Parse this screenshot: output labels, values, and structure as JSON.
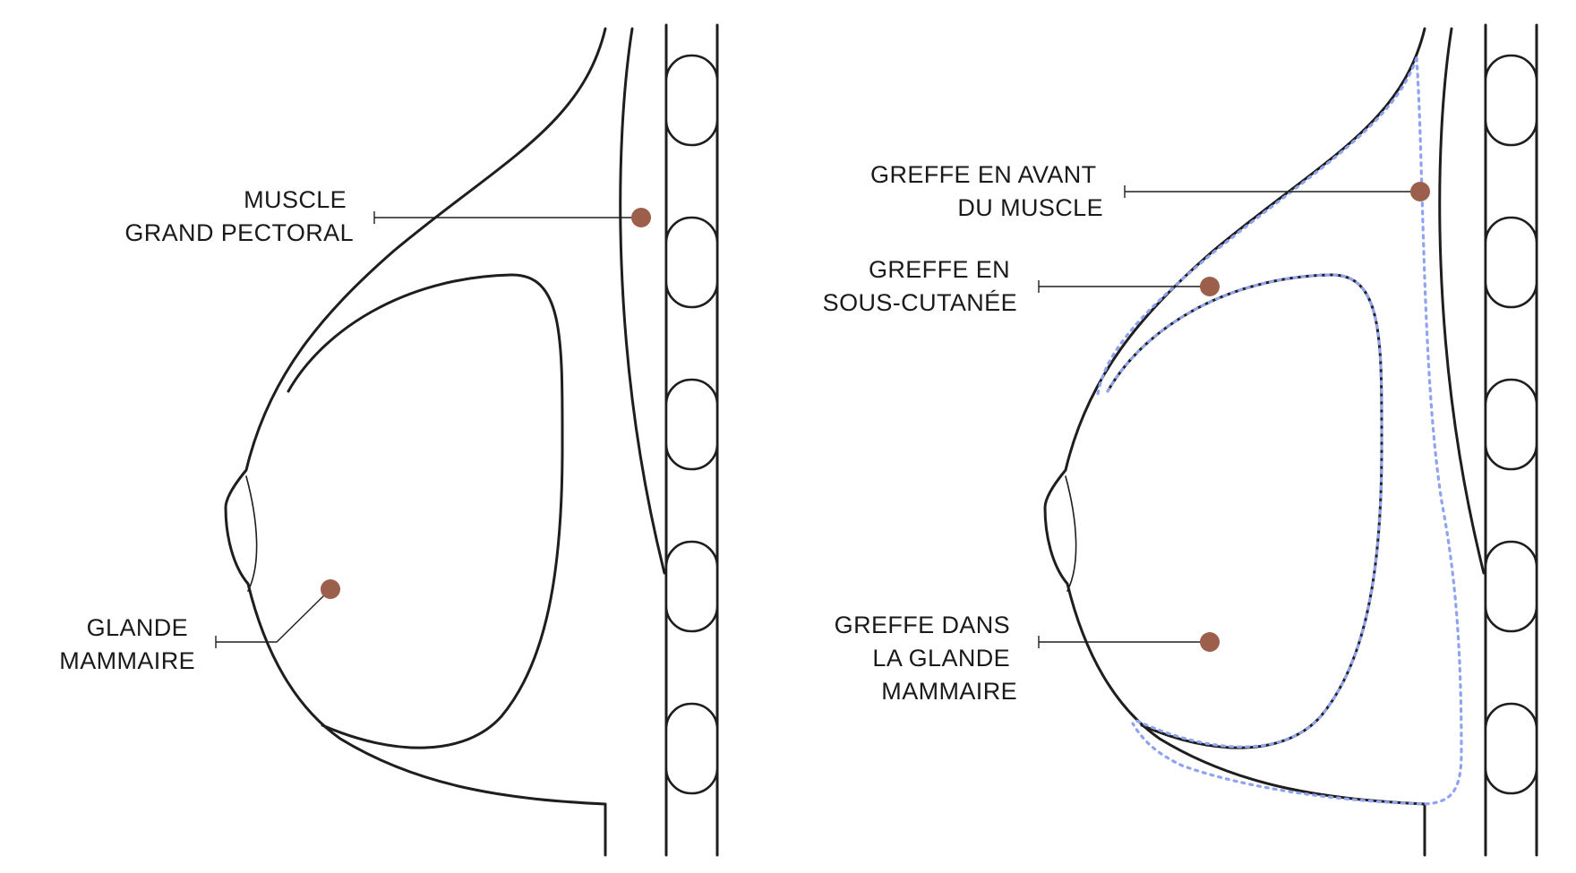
{
  "colors": {
    "ink": "#1e1e1e",
    "marker": "#9c5f4b",
    "graft_path": "#8fa3f0"
  },
  "left_figure": {
    "labels": {
      "muscle": [
        "MUSCLE",
        "GRAND PECTORAL"
      ],
      "gland": [
        "GLANDE",
        "MAMMAIRE"
      ]
    }
  },
  "right_figure": {
    "labels": {
      "graft_front_muscle": [
        "GREFFE EN AVANT",
        "DU MUSCLE"
      ],
      "graft_subcutaneous": [
        "GREFFE EN",
        "SOUS-CUTANÉE"
      ],
      "graft_gland": [
        "GREFFE DANS",
        "LA GLANDE",
        "MAMMAIRE"
      ]
    }
  }
}
